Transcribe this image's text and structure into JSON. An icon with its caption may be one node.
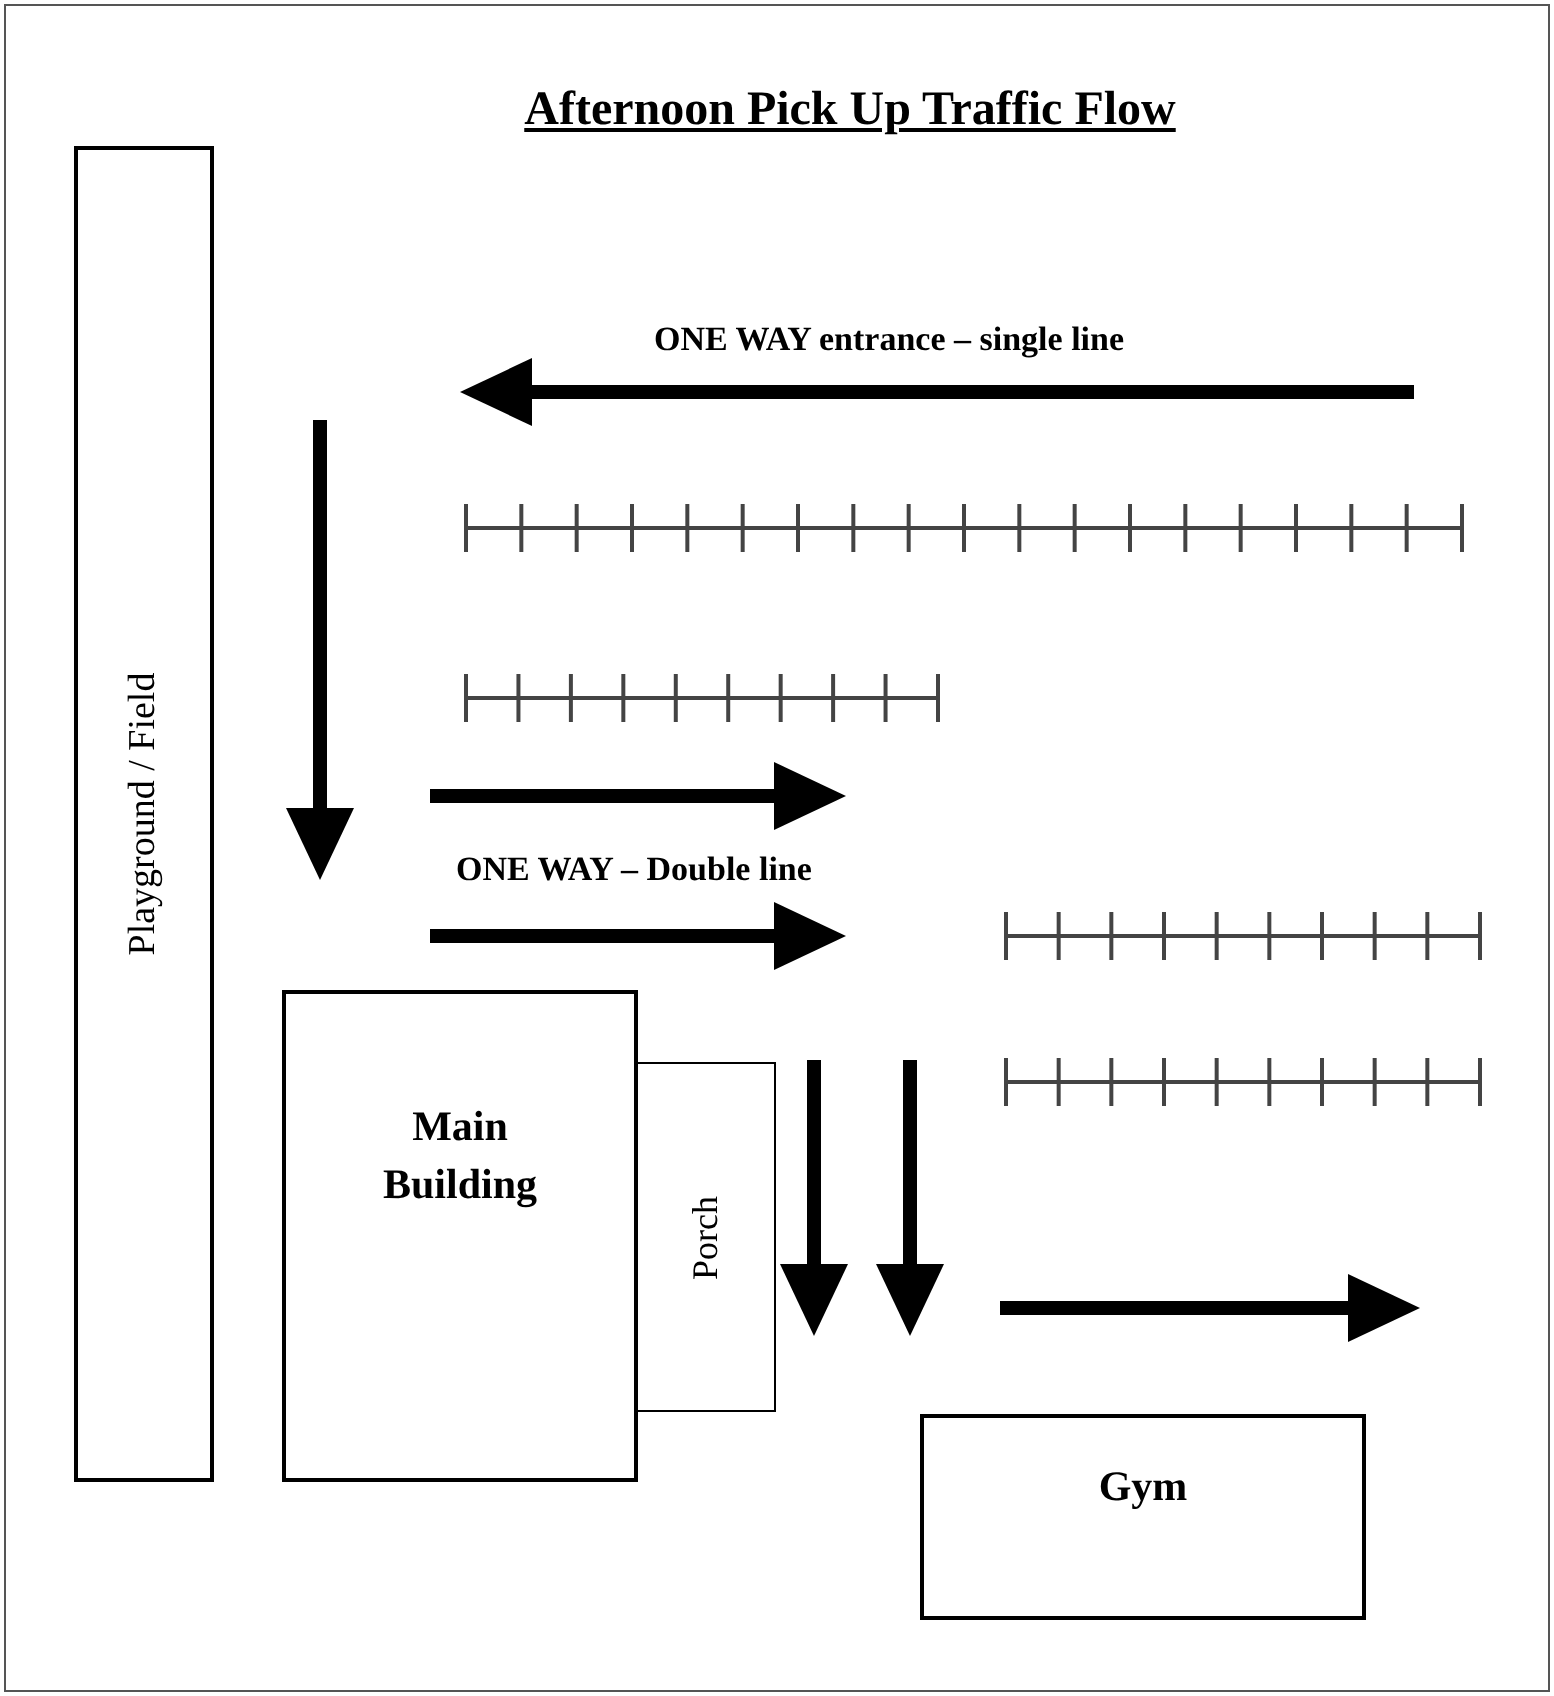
{
  "diagram": {
    "title": "Afternoon Pick Up Traffic Flow",
    "nodes": [
      {
        "text": [
          "Playground / Field"
        ]
      },
      {
        "text": [
          "Main Building"
        ]
      },
      {
        "text": [
          "Porch"
        ]
      },
      {
        "text": [
          "Gym"
        ]
      }
    ],
    "labels": [
      "ONE WAY entrance – single line",
      "ONE WAY – Double line"
    ]
  }
}
